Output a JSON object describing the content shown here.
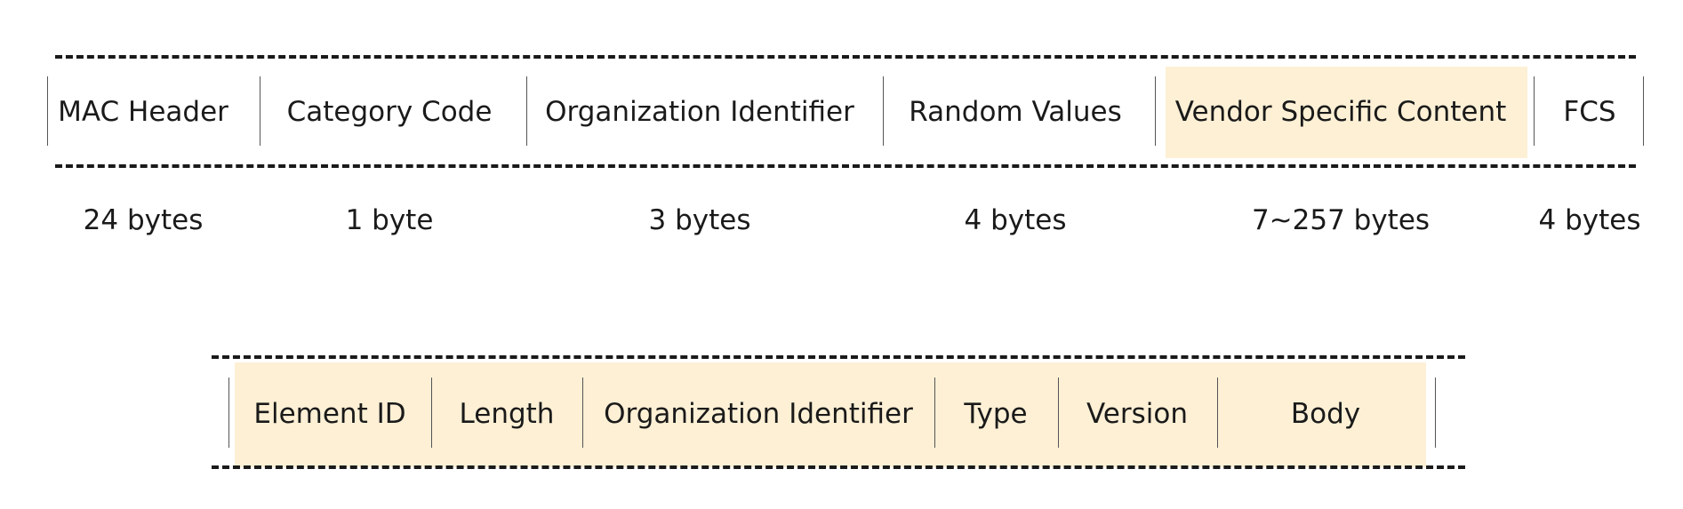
{
  "colors": {
    "highlight": "#fdf0d5",
    "line": "#1a1a1a"
  },
  "frame": {
    "fields": [
      {
        "label": "MAC Header",
        "size": "24 bytes"
      },
      {
        "label": "Category Code",
        "size": "1 byte"
      },
      {
        "label": "Organization Identifier",
        "size": "3 bytes"
      },
      {
        "label": "Random Values",
        "size": "4 bytes"
      },
      {
        "label": "Vendor Specific Content",
        "size": "7~257 bytes",
        "highlighted": true
      },
      {
        "label": "FCS",
        "size": "4 bytes"
      }
    ]
  },
  "vendor_content": {
    "fields": [
      {
        "label": "Element ID"
      },
      {
        "label": "Length"
      },
      {
        "label": "Organization Identifier"
      },
      {
        "label": "Type"
      },
      {
        "label": "Version"
      },
      {
        "label": "Body"
      }
    ]
  }
}
